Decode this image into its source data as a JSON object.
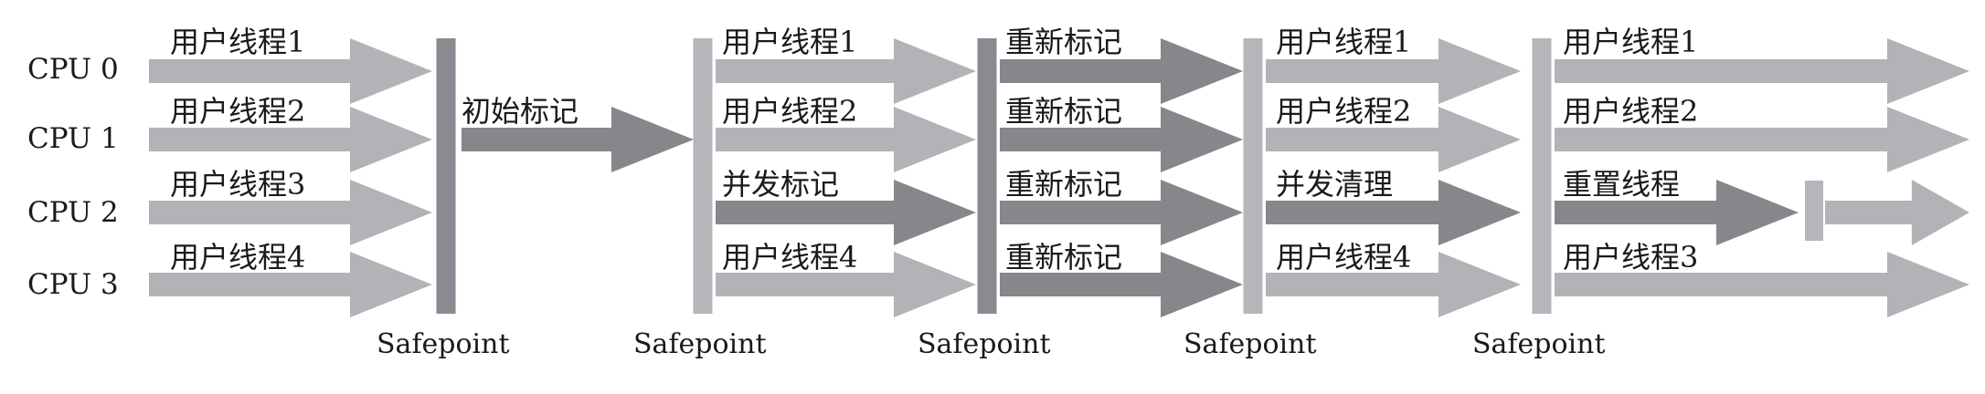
{
  "colors": {
    "user": "#b3b3b7",
    "gc": "#86868b",
    "safepoint_dark": "#8a8a90",
    "safepoint_light": "#b6b6ba"
  },
  "cpus": [
    "CPU 0",
    "CPU 1",
    "CPU 2",
    "CPU 3"
  ],
  "safepoint_label": "Safepoint",
  "phases": [
    {
      "lanes": [
        {
          "label": "用户线程1",
          "kind": "user"
        },
        {
          "label": "用户线程2",
          "kind": "user"
        },
        {
          "label": "用户线程3",
          "kind": "user"
        },
        {
          "label": "用户线程4",
          "kind": "user"
        }
      ]
    },
    {
      "lanes": [
        {
          "label": "初始标记",
          "kind": "gc",
          "cpu": 1
        }
      ]
    },
    {
      "lanes": [
        {
          "label": "用户线程1",
          "kind": "user"
        },
        {
          "label": "用户线程2",
          "kind": "user"
        },
        {
          "label": "并发标记",
          "kind": "gc"
        },
        {
          "label": "用户线程4",
          "kind": "user"
        }
      ]
    },
    {
      "lanes": [
        {
          "label": "重新标记",
          "kind": "gc"
        },
        {
          "label": "重新标记",
          "kind": "gc"
        },
        {
          "label": "重新标记",
          "kind": "gc"
        },
        {
          "label": "重新标记",
          "kind": "gc"
        }
      ]
    },
    {
      "lanes": [
        {
          "label": "用户线程1",
          "kind": "user"
        },
        {
          "label": "用户线程2",
          "kind": "user"
        },
        {
          "label": "并发清理",
          "kind": "gc"
        },
        {
          "label": "用户线程4",
          "kind": "user"
        }
      ]
    },
    {
      "lanes": [
        {
          "label": "用户线程1",
          "kind": "user"
        },
        {
          "label": "用户线程2",
          "kind": "user"
        },
        {
          "label": "重置线程",
          "kind": "gc"
        },
        {
          "label": "用户线程3",
          "kind": "user"
        }
      ]
    }
  ],
  "safepoints": [
    {
      "label": "Safepoint",
      "kind": "dark"
    },
    {
      "label": "Safepoint",
      "kind": "light"
    },
    {
      "label": "Safepoint",
      "kind": "dark"
    },
    {
      "label": "Safepoint",
      "kind": "light"
    },
    {
      "label": "Safepoint",
      "kind": "light"
    }
  ]
}
